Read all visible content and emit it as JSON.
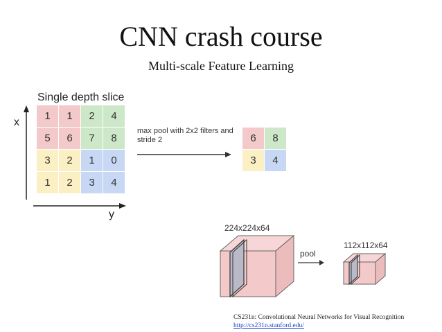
{
  "title": "CNN crash course",
  "subtitle": "Multi-scale Feature Learning",
  "pooling_example": {
    "slice_title": "Single depth slice",
    "x_label": "x",
    "y_label": "y",
    "input_grid": [
      [
        1,
        1,
        2,
        4
      ],
      [
        5,
        6,
        7,
        8
      ],
      [
        3,
        2,
        1,
        0
      ],
      [
        1,
        2,
        3,
        4
      ]
    ],
    "operation_label": "max pool with 2x2 filters and stride 2",
    "output_grid": [
      [
        6,
        8
      ],
      [
        3,
        4
      ]
    ]
  },
  "volume_example": {
    "input_size": "224x224x64",
    "operation": "pool",
    "output_size": "112x112x64"
  },
  "credit": {
    "text": "CS231n: Convolutional Neural Networks for Visual Recognition",
    "url": "http://cs231n.stanford.edu/"
  },
  "colors": {
    "pink": "#f3c9c9",
    "green": "#cde8c8",
    "yellow": "#fbefc4",
    "blue": "#c8d7f4"
  }
}
